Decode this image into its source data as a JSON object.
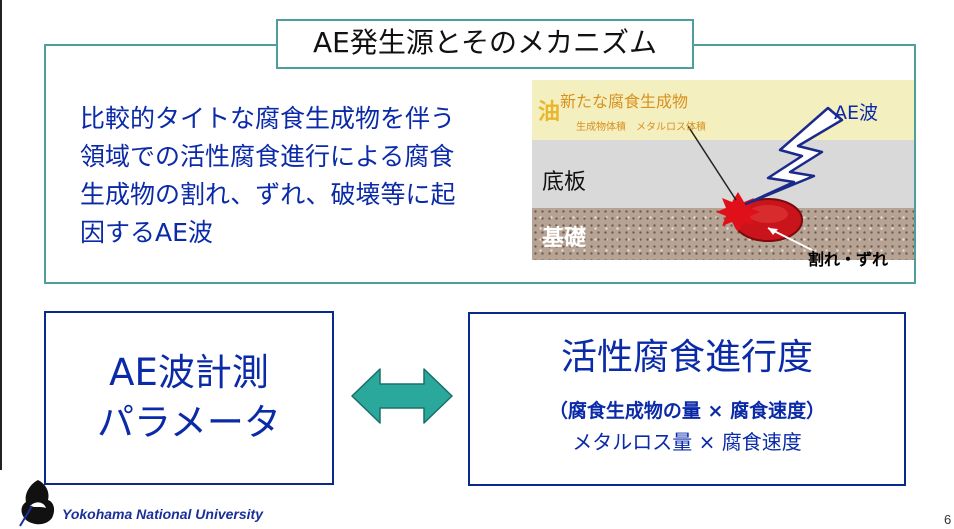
{
  "mechanism": {
    "title": "AE発生源とそのメカニズム",
    "lines": [
      "比較的タイトな腐食生成物を伴う",
      "領域での活性腐食進行による腐食",
      "生成物の割れ、ずれ、破壊等に起",
      "因するAE波"
    ]
  },
  "diagram": {
    "oil_label": "油",
    "new_product": "新たな腐食生成物",
    "sub_labels": "生成物体積　メタルロス体積",
    "ae_wave": "AE波",
    "bottom_plate": "底板",
    "foundation": "基礎",
    "crack": "割れ・ずれ",
    "colors": {
      "oil": "#f4efbe",
      "plate": "#d9d9d9",
      "foundation": "#b7a394",
      "corrosion": "#c8141a",
      "lightning_outline": "#1a2a8a"
    }
  },
  "ae_measure": {
    "lines": [
      "AE波計測",
      "パラメータ"
    ]
  },
  "corrosion_rate": {
    "title": "活性腐食進行度",
    "formula": "（腐食生成物の量 × 腐食速度）",
    "formula2": "メタルロス量 × 腐食速度"
  },
  "arrow": {
    "icon": "double-headed-arrow",
    "color": "#2aa89c"
  },
  "footer": {
    "university": "Yokohama National University",
    "page": "6"
  }
}
